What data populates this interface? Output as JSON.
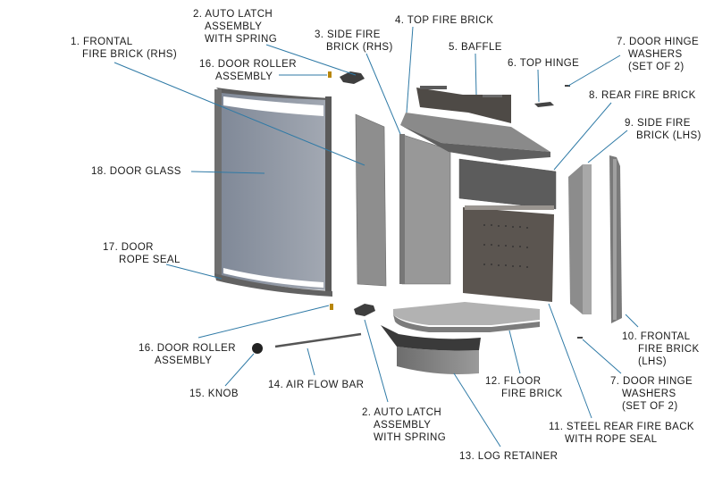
{
  "title": "Stove door and fire brick exploded parts diagram",
  "colors": {
    "leader": "#2f7aa6",
    "glass": "#8e98a6",
    "brick": "#8a8a8a",
    "steel": "#5a5550",
    "frame": "#6b6b6b"
  },
  "labels": {
    "p1": [
      "1. FRONTAL",
      "FIRE BRICK (RHS)"
    ],
    "p2_top": [
      "2. AUTO LATCH",
      "ASSEMBLY",
      "WITH SPRING"
    ],
    "p3": [
      "3. SIDE FIRE",
      "BRICK (RHS)"
    ],
    "p4": [
      "4. TOP FIRE BRICK"
    ],
    "p5": [
      "5. BAFFLE"
    ],
    "p6": [
      "6. TOP HINGE"
    ],
    "p7_top": [
      "7. DOOR HINGE",
      "WASHERS",
      "(SET OF 2)"
    ],
    "p8": [
      "8. REAR FIRE BRICK"
    ],
    "p9": [
      "9. SIDE FIRE",
      "BRICK (LHS)"
    ],
    "p10": [
      "10. FRONTAL",
      "FIRE BRICK",
      "(LHS)"
    ],
    "p7_bottom": [
      "7. DOOR HINGE",
      "WASHERS",
      "(SET OF 2)"
    ],
    "p11": [
      "11. STEEL REAR FIRE BACK",
      "WITH ROPE SEAL"
    ],
    "p12": [
      "12. FLOOR",
      "FIRE BRICK"
    ],
    "p13": [
      "13. LOG RETAINER"
    ],
    "p2_bottom": [
      "2. AUTO LATCH",
      "ASSEMBLY",
      "WITH SPRING"
    ],
    "p14": [
      "14. AIR FLOW BAR"
    ],
    "p15": [
      "15. KNOB"
    ],
    "p16_bottom": [
      "16. DOOR ROLLER",
      "ASSEMBLY"
    ],
    "p16_top": [
      "16. DOOR ROLLER",
      "ASSEMBLY"
    ],
    "p17": [
      "17. DOOR",
      "ROPE SEAL"
    ],
    "p18": [
      "18. DOOR GLASS"
    ]
  }
}
